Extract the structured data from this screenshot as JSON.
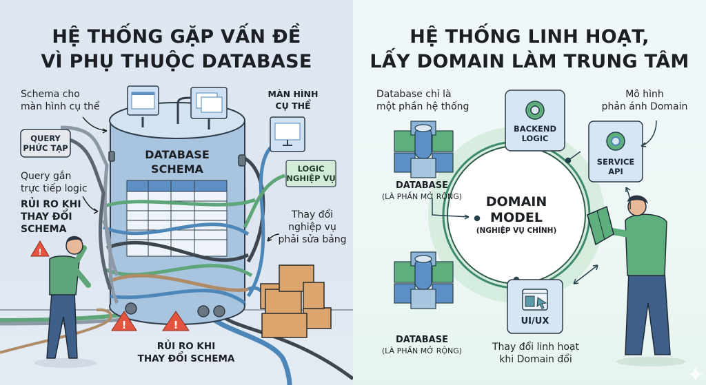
{
  "left_panel": {
    "title_line1": "HỆ THỐNG GẶP VẤN ĐỀ",
    "title_line2": "VÌ PHỤ THUỘC DATABASE",
    "db_label_line1": "DATABASE",
    "db_label_line2": "SCHEMA",
    "annotations": {
      "schema_for_screen_line1": "Schema cho",
      "schema_for_screen_line2": "màn hình cụ thể",
      "query_complex_line1": "QUERY",
      "query_complex_line2": "PHỨC TẠP",
      "query_bound_line1": "Query gắn",
      "query_bound_line2": "trực tiếp logic",
      "risk_left_line1": "RỦI RO KHI",
      "risk_left_line2": "THAY ĐỔI",
      "risk_left_line3": "SCHEMA",
      "specific_screen_line1": "MÀN HÌNH",
      "specific_screen_line2": "CỤ THỂ",
      "business_logic_line1": "LOGIC",
      "business_logic_line2": "NGHIỆP VỤ",
      "business_change_line1": "Thay đổi",
      "business_change_line2": "nghiệp vụ",
      "business_change_line3": "phải sửa bảng",
      "risk_bottom_line1": "RỦI RO KHI",
      "risk_bottom_line2": "THAY ĐỔI SCHEMA"
    },
    "icons": [
      "warning-icon",
      "monitor-icon",
      "box-icon",
      "cable-icon"
    ]
  },
  "right_panel": {
    "title_line1": "HỆ THỐNG LINH HOẠT,",
    "title_line2": "LẤY DOMAIN LÀM TRUNG TÂM",
    "db_note_line1": "Database chỉ là",
    "db_note_line2": "một phần hệ thống",
    "database_top_line1": "DATABASE",
    "database_top_line2": "(LÀ PHẦN MỞ RỘNG)",
    "database_bottom_line1": "DATABASE",
    "database_bottom_line2": "(LÀ PHẦN MỞ RỘNG)",
    "backend_line1": "BACKEND",
    "backend_line2": "LOGIC",
    "service_line1": "SERVICE",
    "service_line2": "API",
    "uiux": "UI/UX",
    "domain_line1": "DOMAIN",
    "domain_line2": "MODEL",
    "domain_line3": "(NGHIỆP VỤ CHÍNH)",
    "model_note_line1": "Mô hình",
    "model_note_line2": "phản ánh Domain",
    "flex_note_line1": "Thay đổi linh hoạt",
    "flex_note_line2": "khi Domain đổi",
    "icons": [
      "gear-icon",
      "database-cube-icon",
      "window-cursor-icon",
      "puzzle-icon"
    ]
  },
  "colors": {
    "left_bg": "#dfe7f1",
    "right_bg": "#eef7f5",
    "warning": "#e4553f",
    "green_accent": "#5fae7e",
    "blue_accent": "#5b8fc6",
    "box_brown": "#d9a26a"
  }
}
